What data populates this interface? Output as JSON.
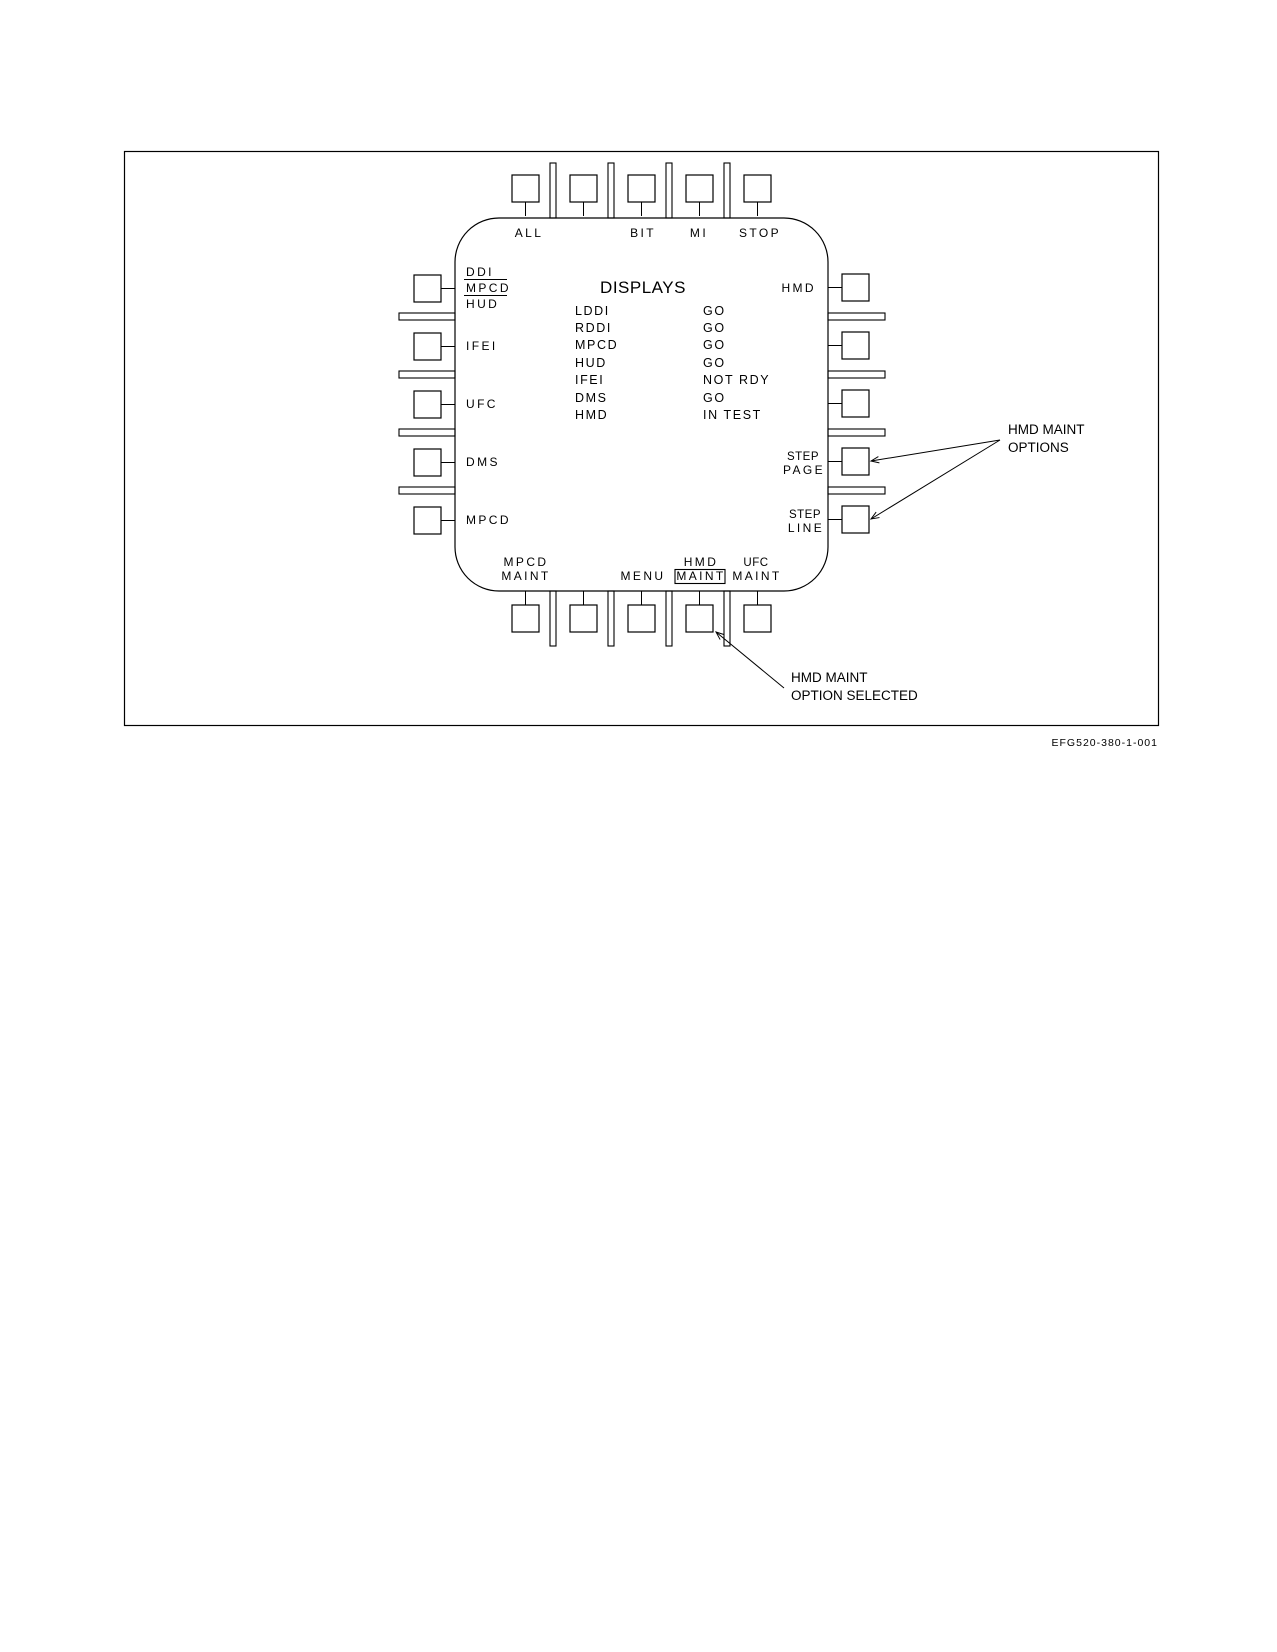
{
  "page_title": "DISPLAYS",
  "top_buttons": [
    {
      "label": "ALL"
    },
    {
      "label": ""
    },
    {
      "label": "BIT"
    },
    {
      "label": "MI"
    },
    {
      "label": "STOP"
    }
  ],
  "left_buttons": [
    {
      "lines": [
        "DDI",
        "MPCD",
        "HUD"
      ]
    },
    {
      "lines": [
        "IFEI"
      ]
    },
    {
      "lines": [
        "UFC"
      ]
    },
    {
      "lines": [
        "DMS"
      ]
    },
    {
      "lines": [
        "MPCD"
      ]
    }
  ],
  "right_buttons": [
    {
      "lines": [
        "HMD"
      ]
    },
    {
      "lines": [
        ""
      ]
    },
    {
      "lines": [
        ""
      ]
    },
    {
      "lines": [
        "STEP",
        "PAGE"
      ]
    },
    {
      "lines": [
        "STEP",
        "LINE"
      ]
    }
  ],
  "bottom_buttons": [
    {
      "lines": [
        "MPCD",
        "MAINT"
      ]
    },
    {
      "lines": [
        ""
      ]
    },
    {
      "lines": [
        "MENU"
      ]
    },
    {
      "lines": [
        "HMD",
        "MAINT"
      ]
    },
    {
      "lines": [
        "UFC",
        "MAINT"
      ]
    }
  ],
  "status_table": [
    {
      "unit": "LDDI",
      "status": "GO"
    },
    {
      "unit": "RDDI",
      "status": "GO"
    },
    {
      "unit": "MPCD",
      "status": "GO"
    },
    {
      "unit": "HUD",
      "status": "GO"
    },
    {
      "unit": "IFEI",
      "status": "NOT RDY"
    },
    {
      "unit": "DMS",
      "status": "GO"
    },
    {
      "unit": "HMD",
      "status": "IN TEST"
    }
  ],
  "callouts": {
    "options": [
      "HMD MAINT",
      "OPTIONS"
    ],
    "selected": [
      "HMD MAINT",
      "OPTION SELECTED"
    ]
  },
  "figure_id": "EFG520-380-1-001"
}
